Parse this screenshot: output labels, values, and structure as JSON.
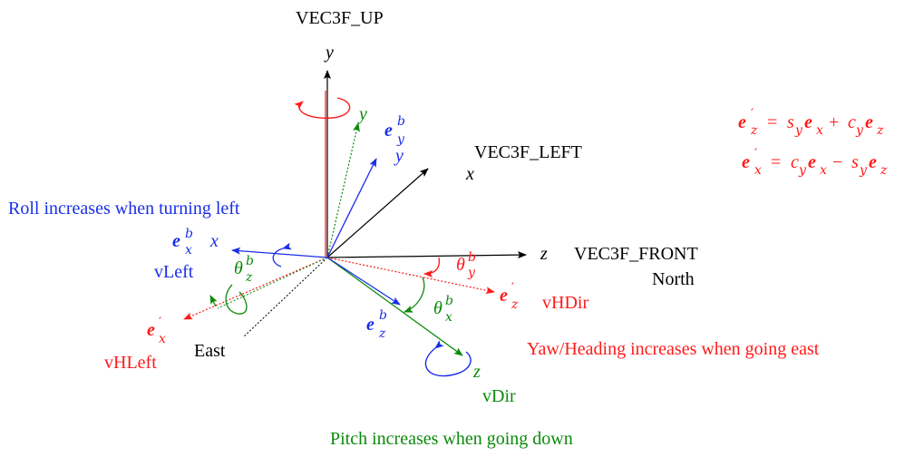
{
  "colors": {
    "black": "#000000",
    "red": "#ff1a1a",
    "green": "#0a8a0a",
    "blue": "#1a2ee6"
  },
  "labels": {
    "vec3f_up": "VEC3F_UP",
    "vec3f_left": "VEC3F_LEFT",
    "vec3f_front": "VEC3F_FRONT",
    "north": "North",
    "east": "East",
    "roll_note": "Roll increases when turning left",
    "yaw_note": "Yaw/Heading increases when going east",
    "pitch_note": "Pitch increases when going down",
    "vleft": "vLeft",
    "vhleft": "vHLeft",
    "vhdir": "vHDir",
    "vdir": "vDir"
  },
  "axis_letters": {
    "y_world": "y",
    "x_world": "x",
    "z_world": "z",
    "y_green": "y",
    "y_blue": "y",
    "x_blue": "x",
    "z_green": "z"
  },
  "symbols": {
    "e": "e",
    "b": "b",
    "x": "x",
    "y": "y",
    "z": "z",
    "theta": "θ",
    "prime": "′"
  },
  "equations": {
    "ez_prime": {
      "lhs": "e′z",
      "eq": "=",
      "term1_coef": "s",
      "term1_coef_sub": "y",
      "term1_vec": "e",
      "term1_vec_sub": "x",
      "op": "+",
      "term2_coef": "c",
      "term2_coef_sub": "y",
      "term2_vec": "e",
      "term2_vec_sub": "z"
    },
    "ex_prime": {
      "lhs": "e′x",
      "eq": "=",
      "term1_coef": "c",
      "term1_coef_sub": "y",
      "term1_vec": "e",
      "term1_vec_sub": "x",
      "op": "−",
      "term2_coef": "s",
      "term2_coef_sub": "y",
      "term2_vec": "e",
      "term2_vec_sub": "z"
    }
  }
}
